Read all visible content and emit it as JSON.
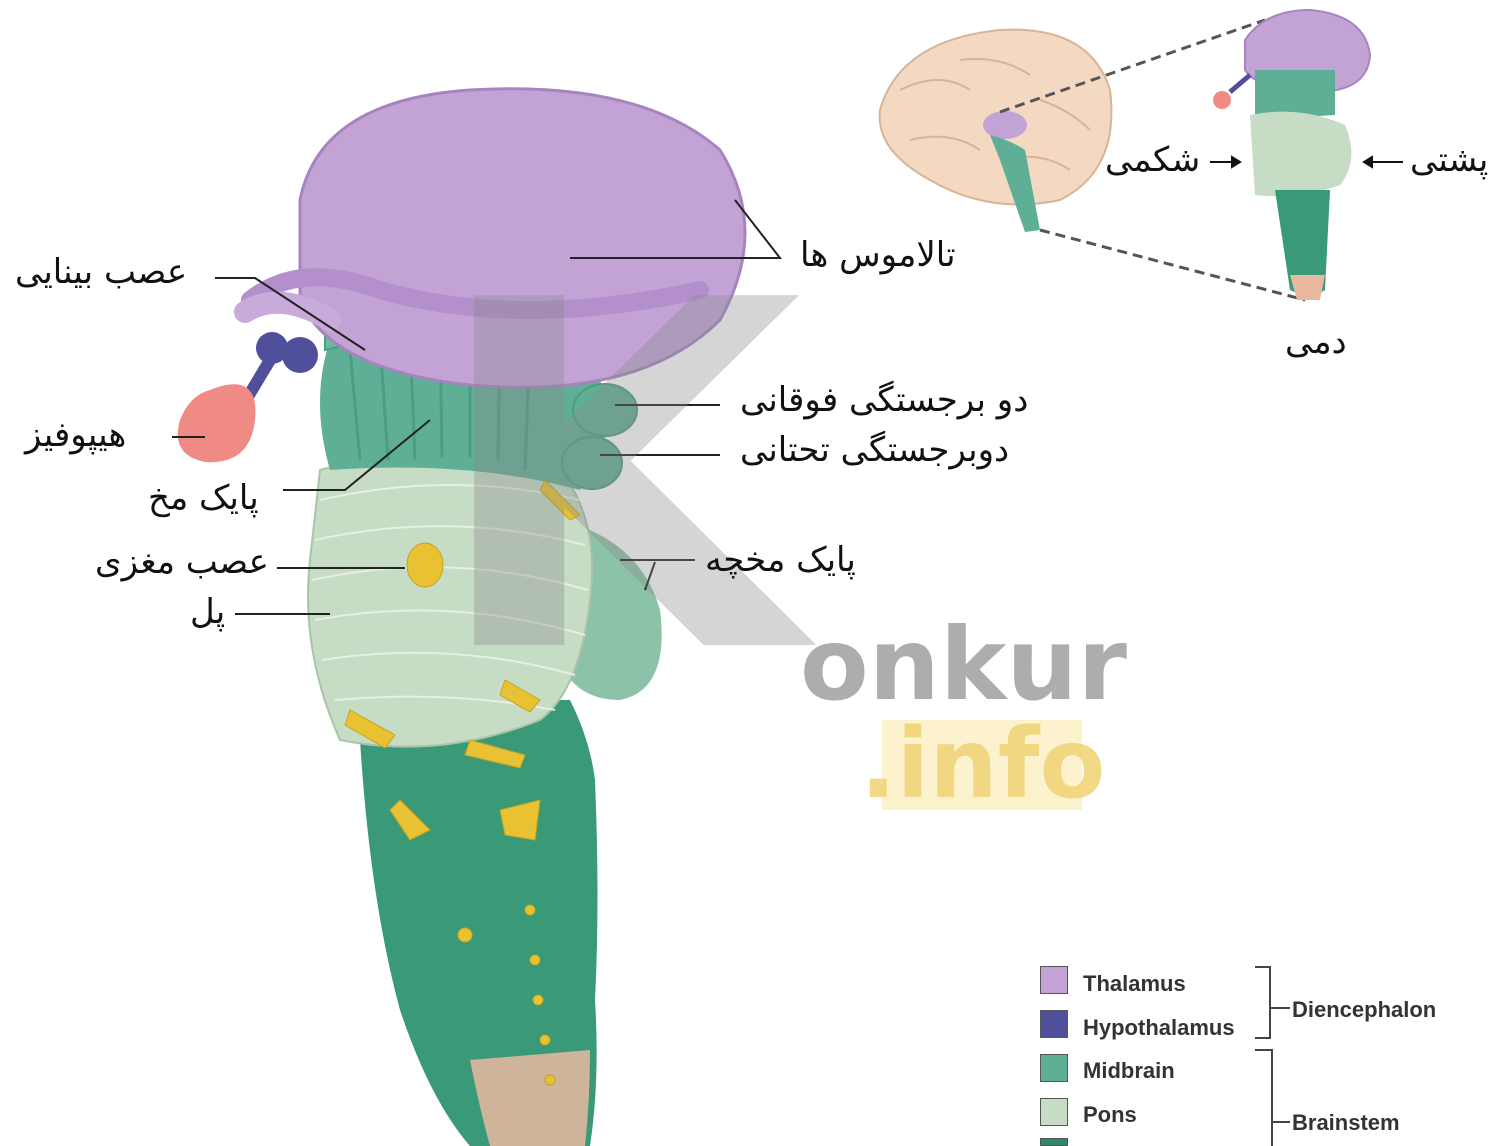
{
  "labels": {
    "thalamus": "تالاموس ها",
    "optic_nerve": "عصب بینایی",
    "superior_colliculus": "دو برجستگی فوقانی",
    "inferior_colliculus": "دوبرجستگی تحتانی",
    "pituitary": "هیپوفیز",
    "cerebral_peduncle": "پایک مخ",
    "cerebellar_peduncle": "پایک مخچه",
    "cranial_nerve": "عصب مغزی",
    "pons": "پل",
    "ventral": "شکمی",
    "dorsal": "پشتی",
    "caudal": "دمی"
  },
  "legend": {
    "items": [
      {
        "name": "Thalamus",
        "color": "#c3a3d6"
      },
      {
        "name": "Hypothalamus",
        "color": "#4f4f9c"
      },
      {
        "name": "Midbrain",
        "color": "#5fae96"
      },
      {
        "name": "Pons",
        "color": "#c6dcc4"
      },
      {
        "name": "",
        "color": "#2e8a6a"
      }
    ],
    "groups": [
      "Diencephalon",
      "Brainstem"
    ]
  },
  "watermark": {
    "word": "onkur",
    "suffix": ".info"
  },
  "colors": {
    "thalamus": "#c3a3d6",
    "hypothalamus": "#4f4f9c",
    "midbrain": "#5fae96",
    "pons": "#c6dcc4",
    "medulla": "#3a9a78",
    "nerve": "#e8c233",
    "pituitary": "#f08a84",
    "watermark": "#6b6b6b",
    "watermark_box": "#fdf0c6"
  }
}
